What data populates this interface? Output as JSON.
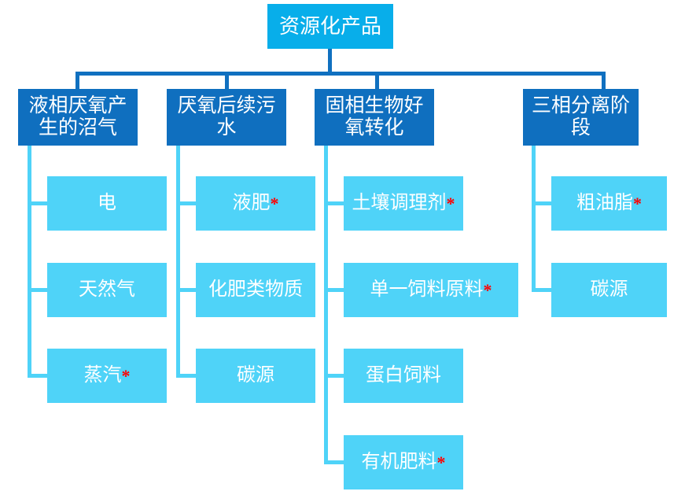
{
  "diagram": {
    "title": "资源化产品",
    "type": "organization-tree",
    "colors": {
      "root_box": "#08AEEA",
      "level2_box": "#0F6FBF",
      "level3_box": "#4FD3F8",
      "root_connector": "#1070C0",
      "level2_connector": "#4FD3F8",
      "text": "#FFFFFF",
      "asterisk": "#FF0000",
      "background": "#FFFFFF"
    },
    "root": {
      "label": "资源化产品"
    },
    "branches": [
      {
        "label": "液相厌氧产生的沼气",
        "children": [
          {
            "label": "电",
            "marked": false,
            "mark": ""
          },
          {
            "label": "天然气",
            "marked": false,
            "mark": ""
          },
          {
            "label": "蒸汽",
            "marked": true,
            "mark": "*"
          }
        ]
      },
      {
        "label": "厌氧后续污水",
        "children": [
          {
            "label": "液肥",
            "marked": true,
            "mark": "*"
          },
          {
            "label": "化肥类物质",
            "marked": false,
            "mark": ""
          },
          {
            "label": "碳源",
            "marked": false,
            "mark": ""
          }
        ]
      },
      {
        "label": "固相生物好氧转化",
        "children": [
          {
            "label": "土壤调理剂",
            "marked": true,
            "mark": "*"
          },
          {
            "label": "单一饲料原料",
            "marked": true,
            "mark": "*"
          },
          {
            "label": "蛋白饲料",
            "marked": false,
            "mark": ""
          },
          {
            "label": "有机肥料",
            "marked": true,
            "mark": "*"
          }
        ]
      },
      {
        "label": "三相分离阶段",
        "children": [
          {
            "label": "粗油脂",
            "marked": true,
            "mark": "*"
          },
          {
            "label": "碳源",
            "marked": false,
            "mark": ""
          }
        ]
      }
    ]
  }
}
